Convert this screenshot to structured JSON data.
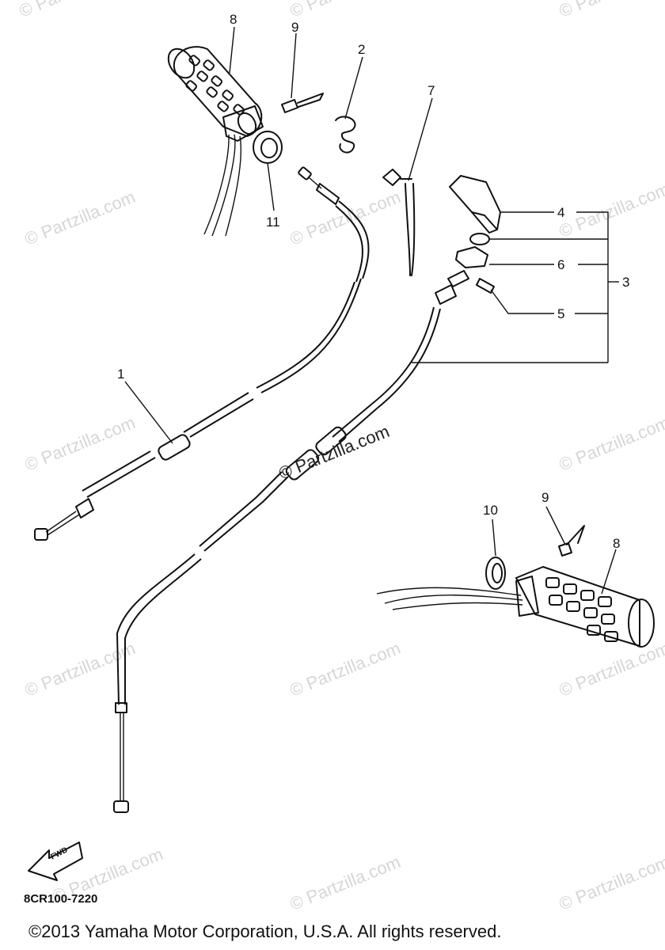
{
  "watermark": "© Partzilla.com",
  "center_watermark": "© Partzilla.com",
  "callouts": {
    "c1": "1",
    "c2": "2",
    "c3": "3",
    "c4": "4",
    "c5": "5",
    "c6": "6",
    "c7": "7",
    "c8a": "8",
    "c8b": "8",
    "c9a": "9",
    "c9b": "9",
    "c10": "10",
    "c11": "11"
  },
  "fwd_label": "FWD",
  "diagram_code": "8CR100-7220",
  "copyright": "©2013  Yamaha Motor Corporation, U.S.A. All rights reserved."
}
